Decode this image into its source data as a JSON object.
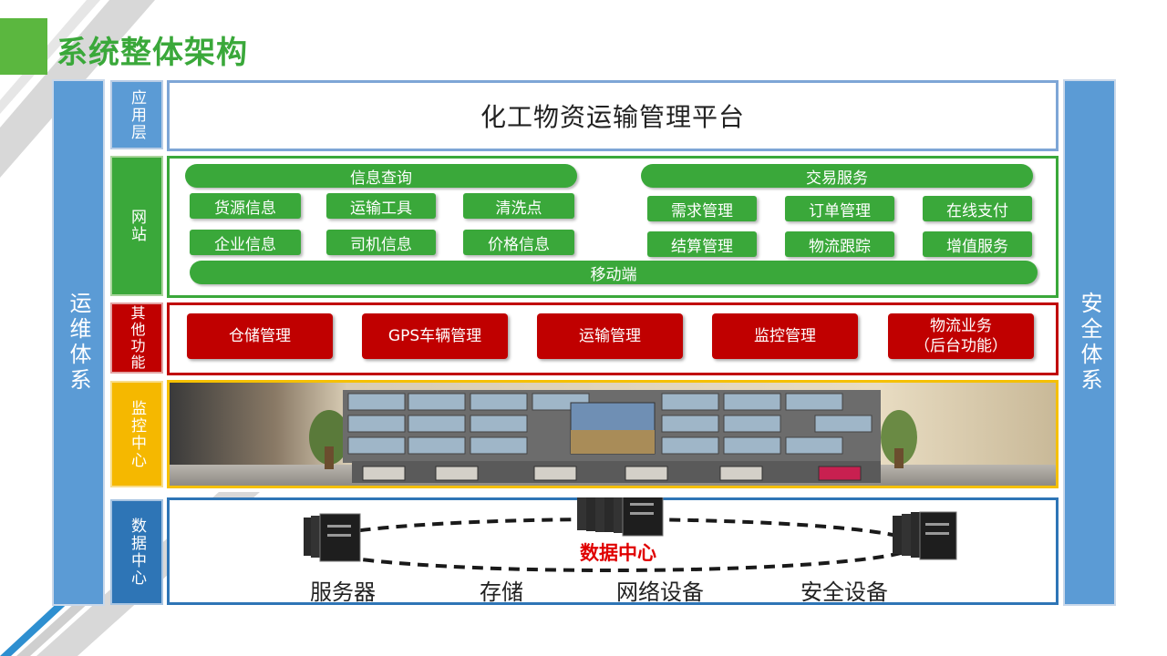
{
  "title": "系统整体架构",
  "side_left": "运维体系",
  "side_right": "安全体系",
  "layers": {
    "app": "应用层",
    "web": "网站",
    "other": "其他功能",
    "monitor": "监控中心",
    "data": "数据中心"
  },
  "app_platform": "化工物资运输管理平台",
  "website": {
    "info_query": "信息查询",
    "info_items": [
      "货源信息",
      "运输工具",
      "清洗点",
      "企业信息",
      "司机信息",
      "价格信息"
    ],
    "trade_service": "交易服务",
    "trade_items": [
      "需求管理",
      "订单管理",
      "在线支付",
      "结算管理",
      "物流跟踪",
      "增值服务"
    ],
    "mobile": "移动端"
  },
  "other_functions": [
    "仓储管理",
    "GPS车辆管理",
    "运输管理",
    "监控管理",
    "物流业务\n（后台功能）"
  ],
  "data_center": {
    "center_label": "数据中心",
    "items": [
      "服务器",
      "存储",
      "网络设备",
      "安全设备"
    ]
  },
  "colors": {
    "green": "#3aa83a",
    "red": "#c00000",
    "blue": "#5b9bd5",
    "dark_blue": "#2e75b6",
    "yellow": "#f5b800"
  }
}
